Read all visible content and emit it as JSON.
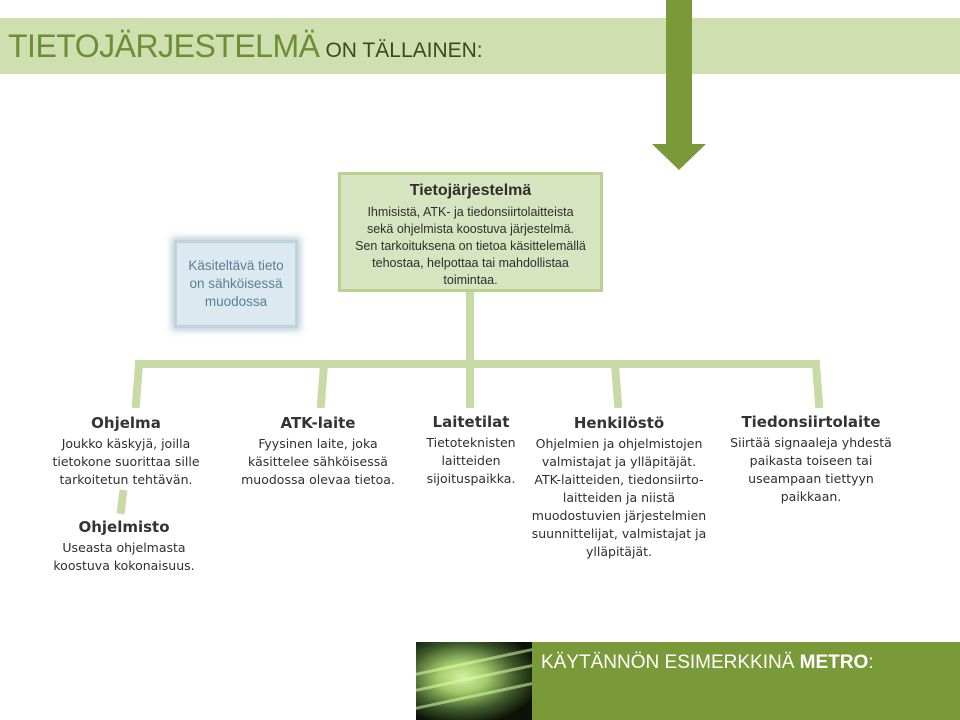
{
  "header": {
    "title_main": "TIETOJÄRJESTELMÄ",
    "title_rest": "ON TÄLLAINEN:"
  },
  "main_box": {
    "title": "Tietojärjestelmä",
    "description": "Ihmisistä, ATK- ja tiedonsiirtolaitteista sekä ohjelmista koostuva järjestelmä. Sen tarkoituksena on tietoa käsittelemällä tehostaa, helpottaa tai mahdollistaa toimintaa."
  },
  "side_box": {
    "text": "Käsiteltävä tieto on sähköisessä muodossa"
  },
  "columns": [
    {
      "title": "Ohjelma",
      "description": "Joukko käskyjä, joilla tietokone suorittaa sille tarkoitetun tehtävän."
    },
    {
      "title": "ATK-laite",
      "description": "Fyysinen laite, joka käsittelee sähköisessä muodossa olevaa tietoa."
    },
    {
      "title": "Laitetilat",
      "description": "Tietoteknisten laitteiden sijoituspaikka."
    },
    {
      "title": "Henkilöstö",
      "description": "Ohjelmien ja ohjelmistojen valmistajat ja ylläpitäjät. ATK-laitteiden, tiedonsiirto-laitteiden ja niistä muodostuvien järjestelmien suunnittelijat, valmistajat ja ylläpitäjät."
    },
    {
      "title": "Tiedonsiirtolaite",
      "description": "Siirtää signaaleja yhdestä paikasta toiseen tai useampaan tiettyyn paikkaan."
    }
  ],
  "sub_item": {
    "title": "Ohjelmisto",
    "description": "Useasta ohjelmasta koostuva kokonaisuus."
  },
  "footer": {
    "text_prefix": "KÄYTÄNNÖN ESIMERKKINÄ",
    "text_bold": "METRO",
    "text_suffix": ":"
  },
  "colors": {
    "accent_green": "#7a9a3a",
    "light_green": "#d6e5bf",
    "connector_green": "#c7dba7",
    "side_blue": "#dce9f0"
  }
}
